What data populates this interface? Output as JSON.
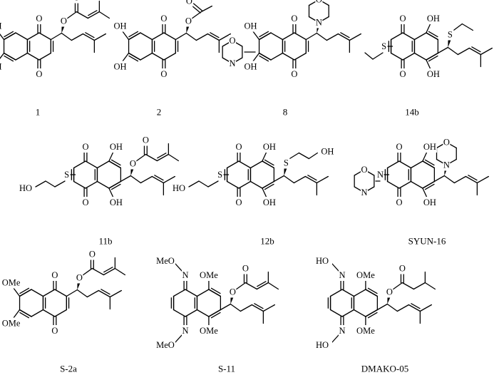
{
  "labels": {
    "OH": "OH",
    "O": "O",
    "N": "N",
    "S": "S",
    "HO": "HO",
    "OMe": "OMe",
    "MeO": "MeO",
    "HO_N": "HO"
  },
  "compounds": [
    {
      "id": "c1",
      "caption": "1"
    },
    {
      "id": "c2",
      "caption": "2"
    },
    {
      "id": "c8",
      "caption": "8"
    },
    {
      "id": "c14b",
      "caption": "14b"
    },
    {
      "id": "c11b",
      "caption": "11b"
    },
    {
      "id": "c12b",
      "caption": "12b"
    },
    {
      "id": "syun",
      "caption": "SYUN-16"
    },
    {
      "id": "s2a",
      "caption": "S-2a"
    },
    {
      "id": "s11",
      "caption": "S-11"
    },
    {
      "id": "dmako",
      "caption": "DMAKO-05"
    }
  ]
}
